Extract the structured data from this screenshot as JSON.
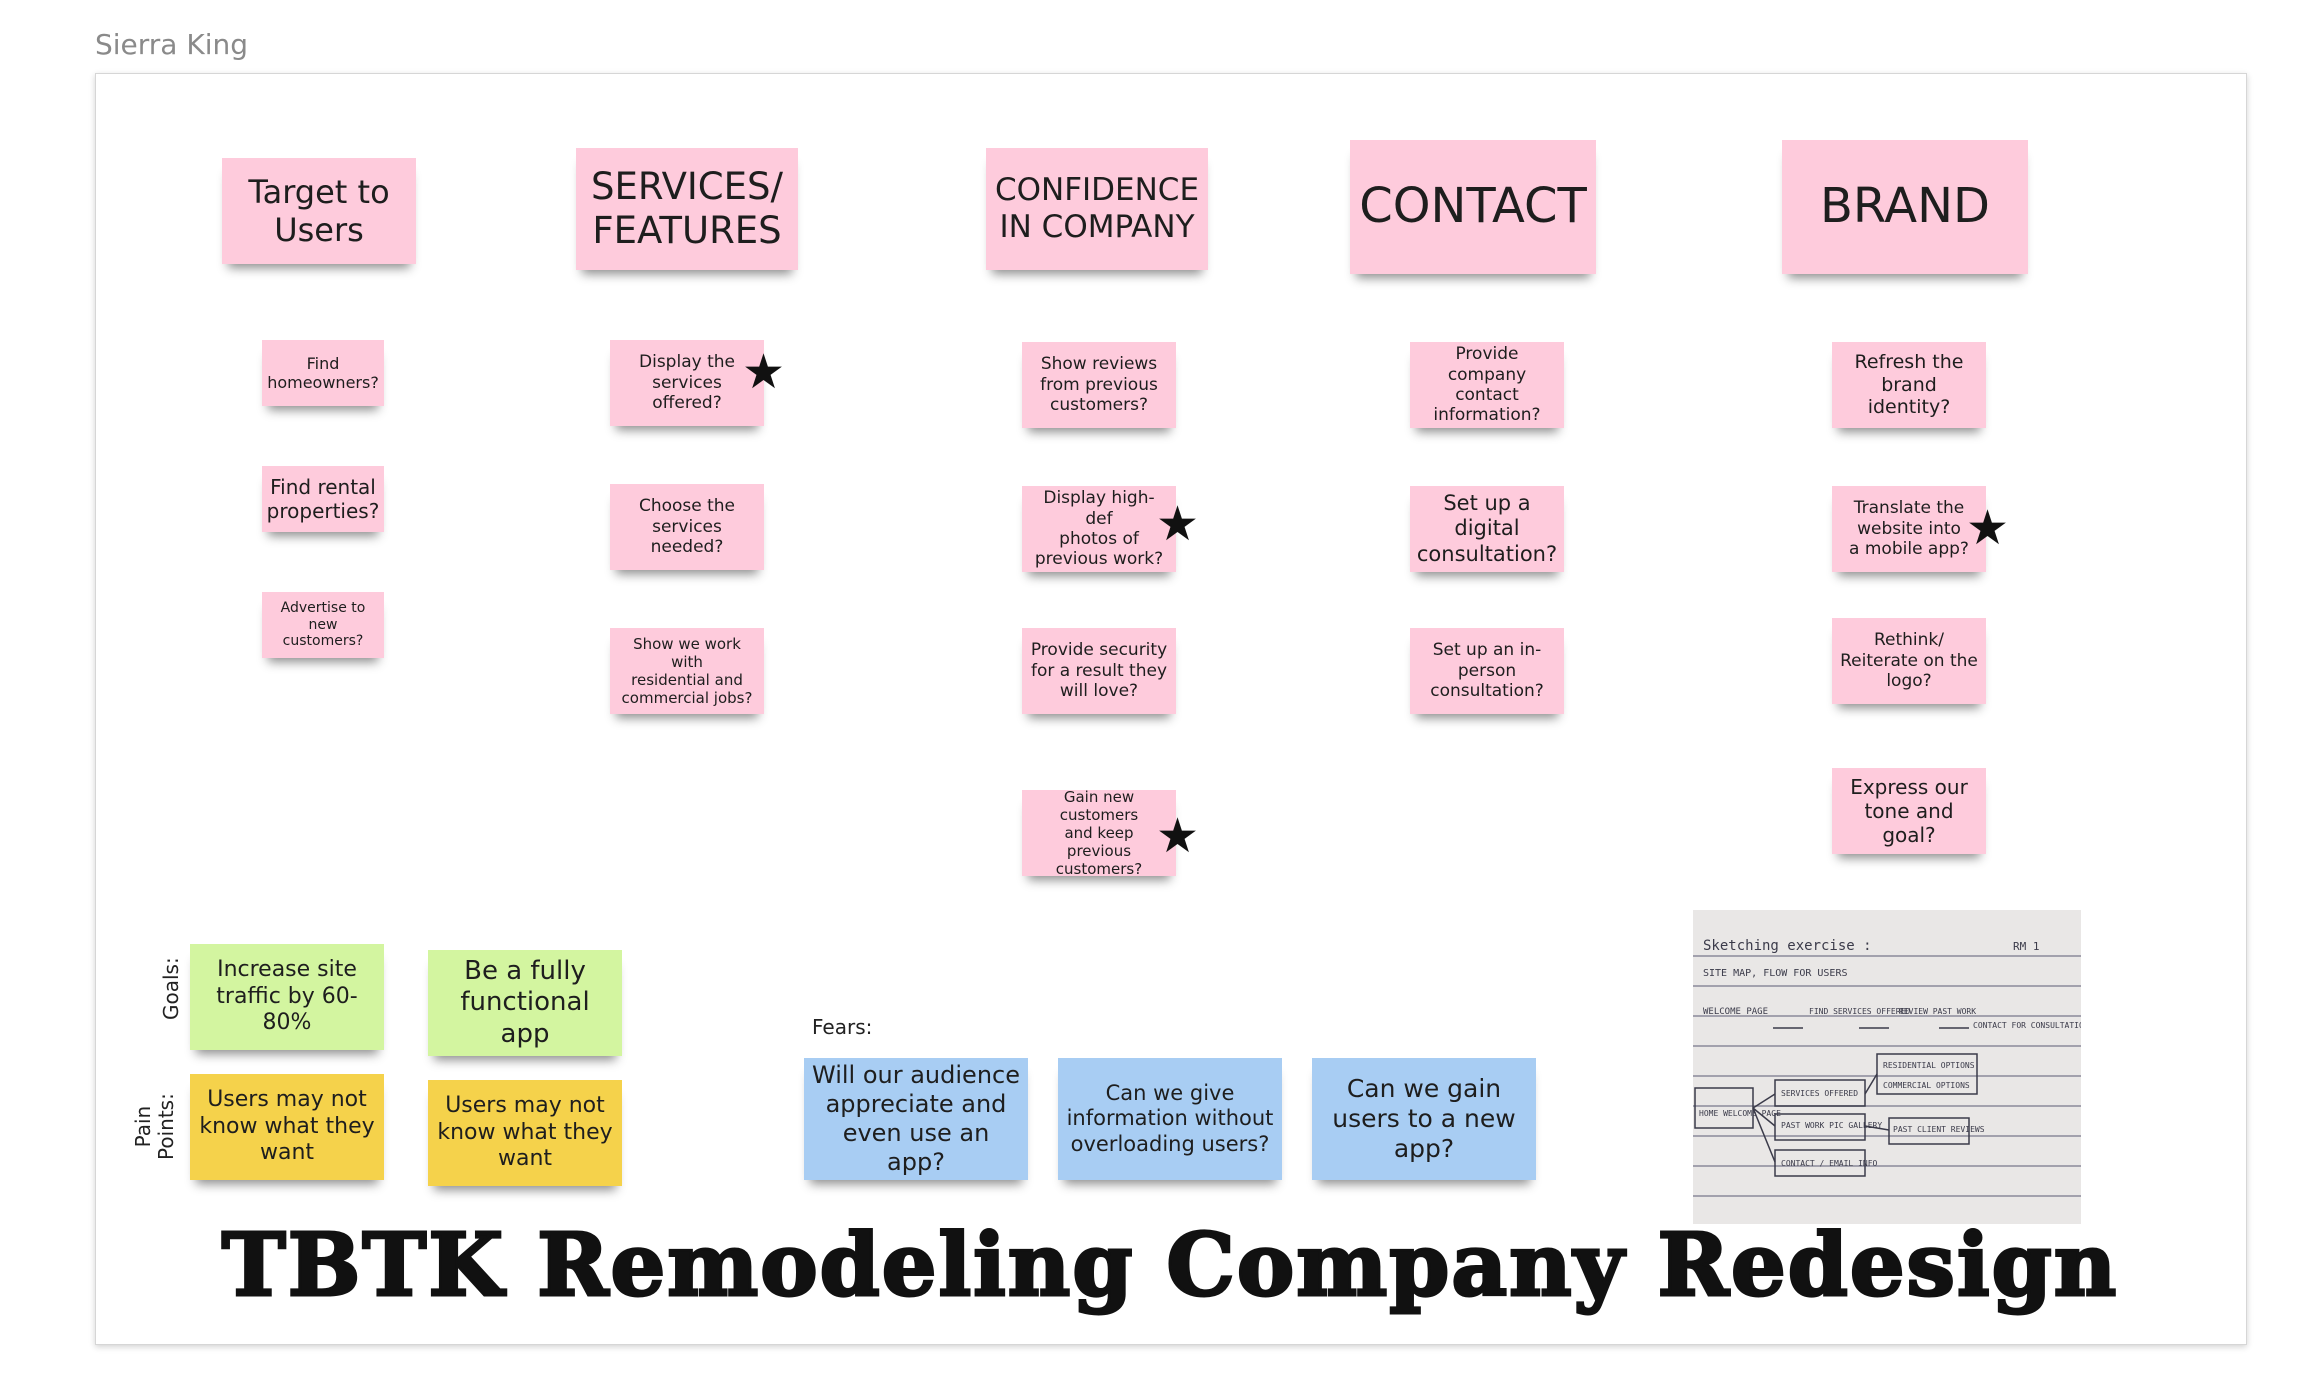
{
  "board": {
    "owner": "Sierra King",
    "title": "TBTK Remodeling Company Redesign"
  },
  "columns": [
    {
      "header": "Target to\nUsers",
      "notes": [
        "Find\nhomeowners?",
        "Find rental\nproperties?",
        "Advertise to\nnew customers?"
      ]
    },
    {
      "header": "SERVICES/\nFEATURES",
      "notes": [
        "Display the\nservices offered?",
        "Choose the\nservices needed?",
        "Show we work with\nresidential and\ncommercial jobs?"
      ]
    },
    {
      "header": "CONFIDENCE\nIN COMPANY",
      "notes": [
        "Show reviews\nfrom previous\ncustomers?",
        "Display high-def\nphotos of\nprevious work?",
        "Provide security\nfor a result they\nwill love?",
        "Gain new customers\nand keep previous\ncustomers?"
      ]
    },
    {
      "header": "CONTACT",
      "notes": [
        "Provide\ncompany contact\ninformation?",
        "Set up a digital\nconsultation?",
        "Set up an in-\nperson\nconsultation?"
      ]
    },
    {
      "header": "BRAND",
      "notes": [
        "Refresh the\nbrand identity?",
        "Translate the\nwebsite into\na mobile app?",
        "Rethink/\nReiterate on the\nlogo?",
        "Express our\ntone and goal?"
      ]
    }
  ],
  "labels": {
    "goals": "Goals:",
    "pain_points": "Pain\nPoints:",
    "fears": "Fears:"
  },
  "goals": [
    "Increase site\ntraffic by 60-80%",
    "Be a fully\nfunctional app"
  ],
  "pain_points": [
    "Users may not\nknow what they\nwant",
    "Users may not\nknow what they\nwant"
  ],
  "fears": [
    "Will our audience\nappreciate and\neven use an app?",
    "Can we give\ninformation without\noverloading users?",
    "Can we gain\nusers to a new\napp?"
  ],
  "sketch": {
    "heading": "Sketching exercise :",
    "tag": "RM 1",
    "subheading": "SITE MAP, FLOW FOR USERS",
    "flow": [
      "WELCOME PAGE",
      "FIND SERVICES OFFERED",
      "REVIEW PAST WORK",
      "CONTACT FOR CONSULTATION"
    ],
    "root": "HOME WELCOME PAGE",
    "branches": [
      "SERVICES OFFERED",
      "PAST WORK PIC GALLERY",
      "CONTACT / EMAIL INFO"
    ],
    "sub_branches": [
      "RESIDENTIAL OPTIONS",
      "COMMERCIAL OPTIONS",
      "PAST CLIENT REVIEWS"
    ]
  },
  "icons": [
    "star-icon"
  ],
  "colors": {
    "pink": "#fecbdc",
    "green": "#d3f5a0",
    "yellow": "#f5d24b",
    "blue": "#a8cdf3"
  }
}
